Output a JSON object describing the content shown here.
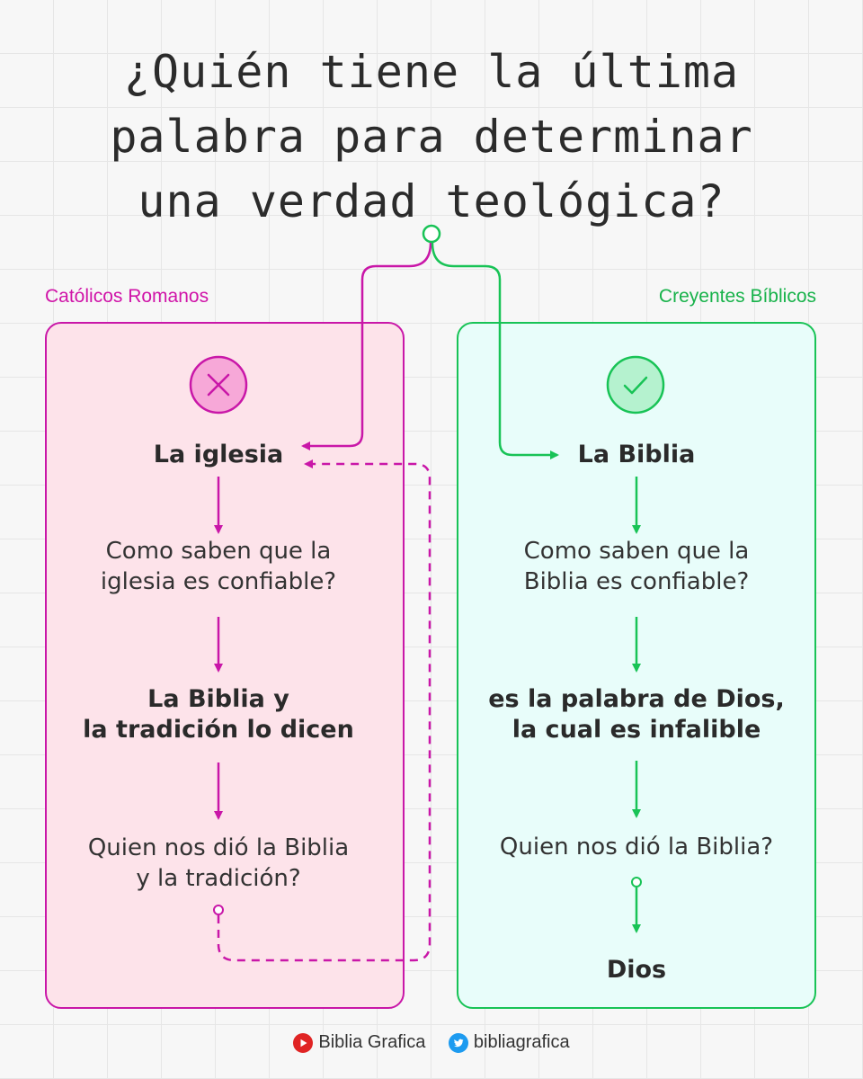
{
  "title": {
    "line1": "¿Quién tiene la última",
    "line2": "palabra para determinar",
    "line3": "una verdad teológica?"
  },
  "left": {
    "label": "Católicos Romanos",
    "accent": "#c917a8",
    "icon": "x-circle-icon",
    "nodes": {
      "n1": "La iglesia",
      "n2_line1": "Como saben que la",
      "n2_line2": "iglesia es confiable?",
      "n3_line1": "La Biblia y",
      "n3_line2": "la tradición lo dicen",
      "n4_line1": "Quien nos dió la Biblia",
      "n4_line2": "y la tradición?"
    }
  },
  "right": {
    "label": "Creyentes Bíblicos",
    "accent": "#18c356",
    "icon": "check-circle-icon",
    "nodes": {
      "n1": "La Biblia",
      "n2_line1": "Como saben que la",
      "n2_line2": "Biblia es confiable?",
      "n3_line1": "es la palabra de Dios,",
      "n3_line2": "la cual es infalible",
      "n4": "Quien nos dió la Biblia?",
      "n5": "Dios"
    }
  },
  "footer": {
    "youtube": "Biblia Grafica",
    "twitter": "bibliagrafica"
  }
}
